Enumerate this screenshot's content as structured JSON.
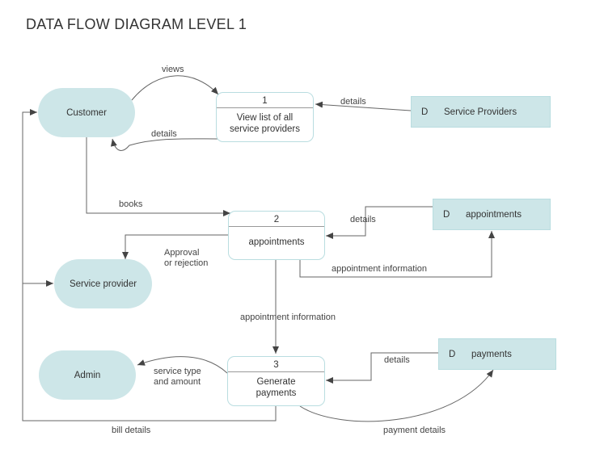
{
  "title": "DATA FLOW DIAGRAM LEVEL 1",
  "colors": {
    "shape_fill": "#cde6e8",
    "shape_border": "#b9dde0",
    "line": "#555555"
  },
  "entities": {
    "customer": "Customer",
    "service_provider": "Service provider",
    "admin": "Admin"
  },
  "processes": {
    "p1": {
      "number": "1",
      "name_line1": "View list of all",
      "name_line2": "service providers"
    },
    "p2": {
      "number": "2",
      "name": "appointments"
    },
    "p3": {
      "number": "3",
      "name_line1": "Generate",
      "name_line2": "payments"
    }
  },
  "data_stores": {
    "s1": {
      "code": "D",
      "name": "Service Providers"
    },
    "s2": {
      "code": "D",
      "name": "appointments"
    },
    "s3": {
      "code": "D",
      "name": "payments"
    }
  },
  "flows": {
    "views": "views",
    "details_p1_to_customer": "details",
    "details_s1_to_p1": "details",
    "books": "books",
    "details_s2_to_p2": "details",
    "approval_line1": "Approval",
    "approval_line2": "or rejection",
    "appointment_info_to_store": "appointment information",
    "appointment_info_to_p3": "appointment information",
    "details_s3_to_p3": "details",
    "service_type_line1": "service type",
    "service_type_line2": "and amount",
    "bill_details": "bill details",
    "payment_details": "payment details"
  }
}
